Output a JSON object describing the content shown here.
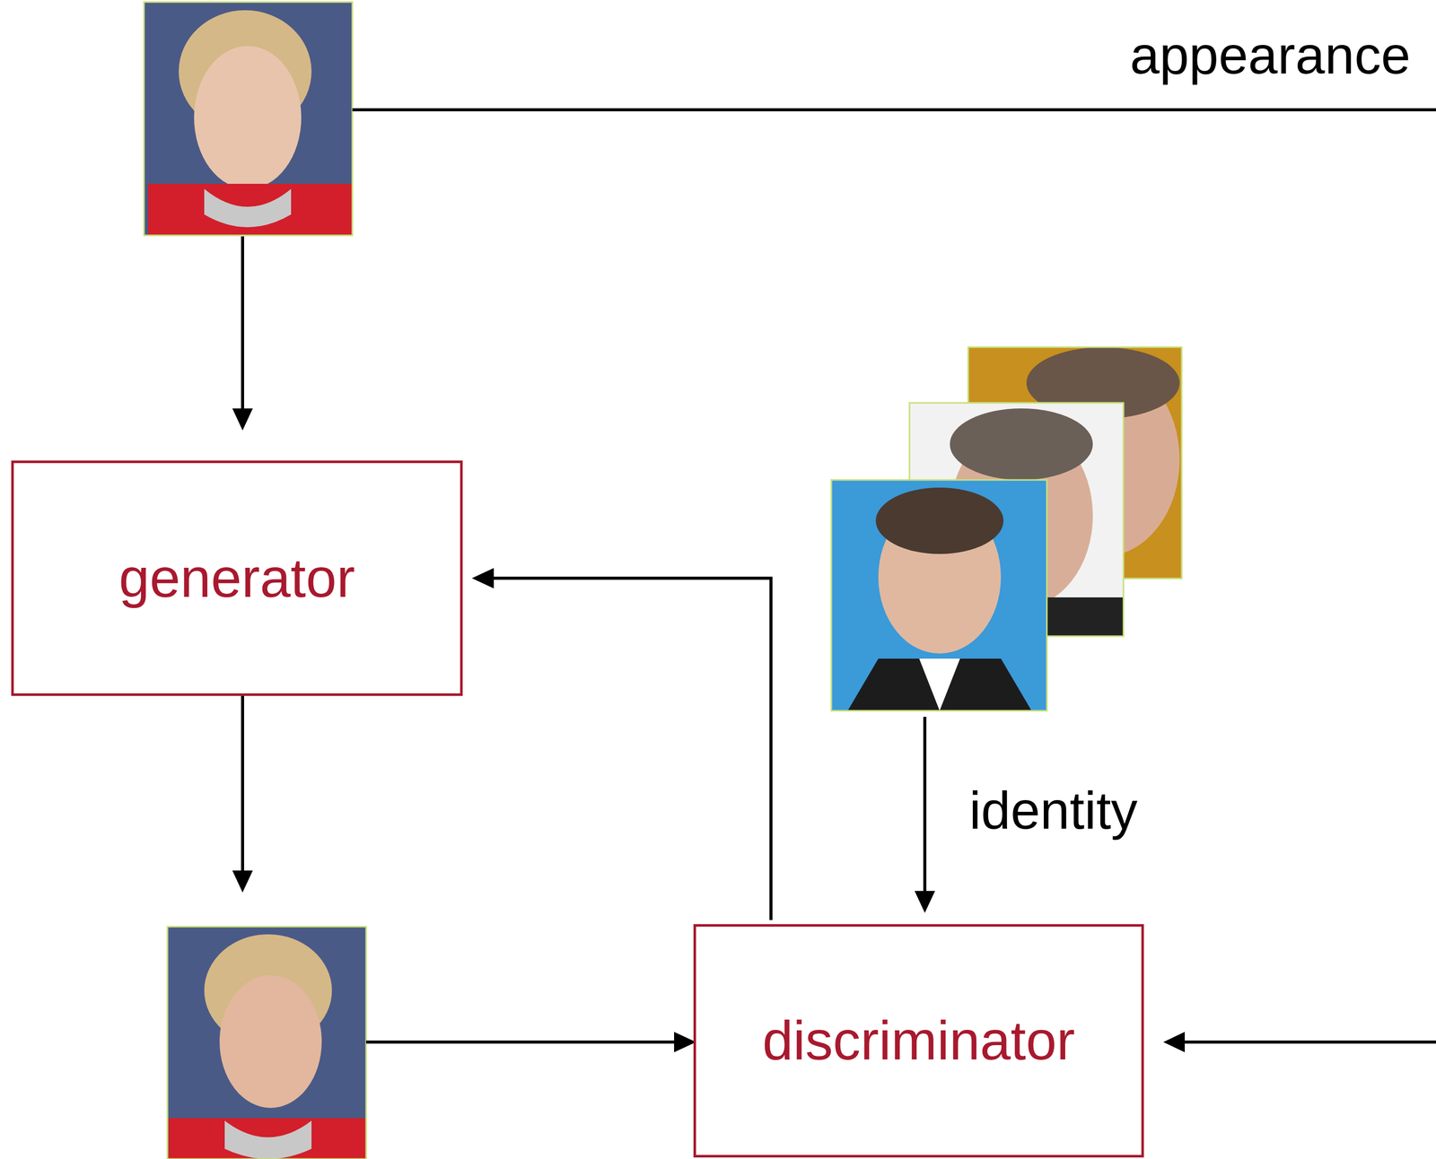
{
  "diagram": {
    "nodes": [
      {
        "text": [
          "generator"
        ]
      },
      {
        "text": [
          "discriminator"
        ]
      }
    ],
    "edges": [
      {
        "from": 1,
        "to": 0,
        "arrow": "to"
      }
    ],
    "labels": [
      "appearance",
      "identity"
    ]
  }
}
